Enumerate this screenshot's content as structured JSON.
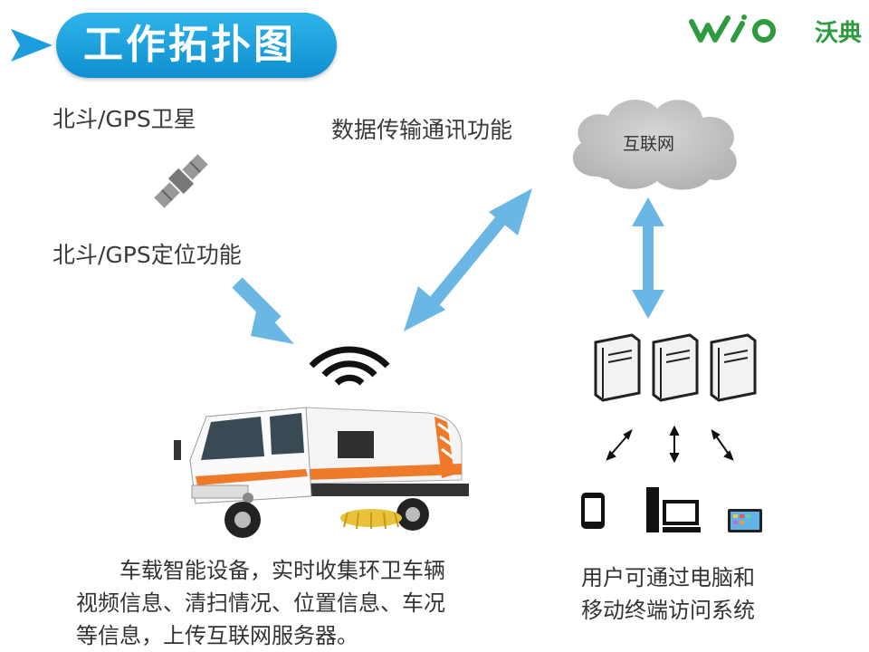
{
  "header": {
    "title": "工作拓扑图",
    "brand_text": "沃典",
    "brand_logo_icon": "wio-logo",
    "accent_color": "#1ca3e0",
    "brand_color": "#2e9b3e"
  },
  "diagram": {
    "satellite_label": "北斗/GPS卫星",
    "positioning_label": "北斗/GPS定位功能",
    "data_transmission_label": "数据传输通讯功能",
    "cloud_label": "互联网",
    "vehicle_description": [
      "　　车载智能设备，实时收集环卫车辆",
      "视频信息、清扫情况、位置信息、车况",
      "等信息，上传互联网服务器。"
    ],
    "access_description": [
      "用户可通过电脑和",
      "移动终端访问系统"
    ],
    "arrow_color": "#6ab7e6"
  }
}
